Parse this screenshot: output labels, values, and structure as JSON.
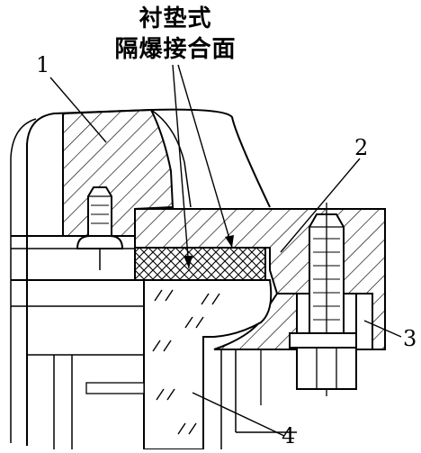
{
  "title": {
    "line1": "衬垫式",
    "line2": "隔爆接合面"
  },
  "callouts": {
    "part1": "1",
    "part2": "2",
    "part3": "3",
    "part4": "4"
  },
  "colors": {
    "ink": "#000000",
    "paper": "#ffffff"
  }
}
